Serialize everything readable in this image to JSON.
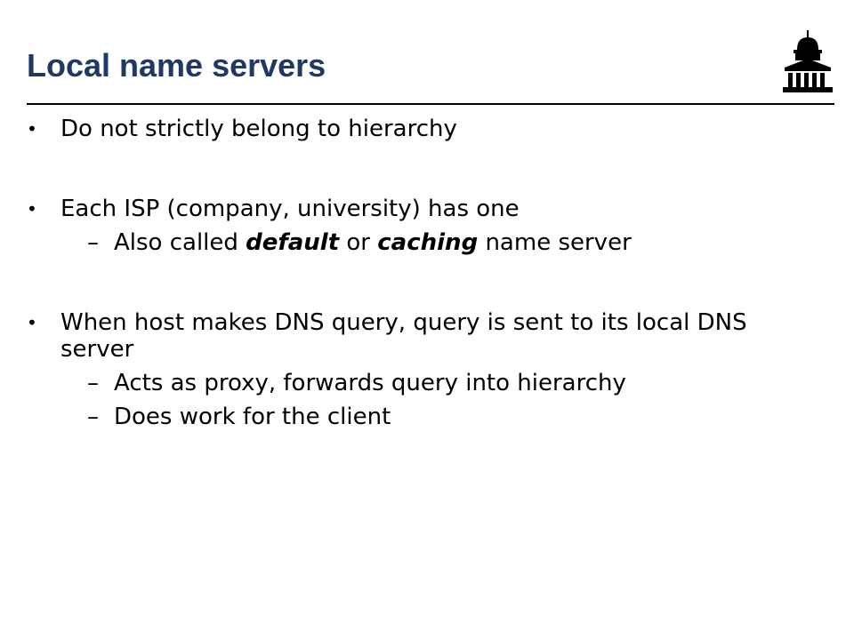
{
  "slide": {
    "title": "Local name servers",
    "accent_color": "#1f3864",
    "logo_icon": "building-dome-icon",
    "bullets": [
      {
        "text": "Do not strictly belong to hierarchy"
      },
      {
        "text": "Each ISP (company, university) has one",
        "subs": [
          {
            "prefix": "Also called ",
            "em1": "default",
            "middle": " or ",
            "em2": "caching",
            "suffix": " name server"
          }
        ]
      },
      {
        "text": "When host makes DNS query, query is sent to its local DNS server",
        "subs": [
          {
            "text": "Acts as proxy, forwards query into hierarchy"
          },
          {
            "text": "Does work for the client"
          }
        ]
      }
    ],
    "bullet_glyph": "•",
    "dash_glyph": "–"
  }
}
